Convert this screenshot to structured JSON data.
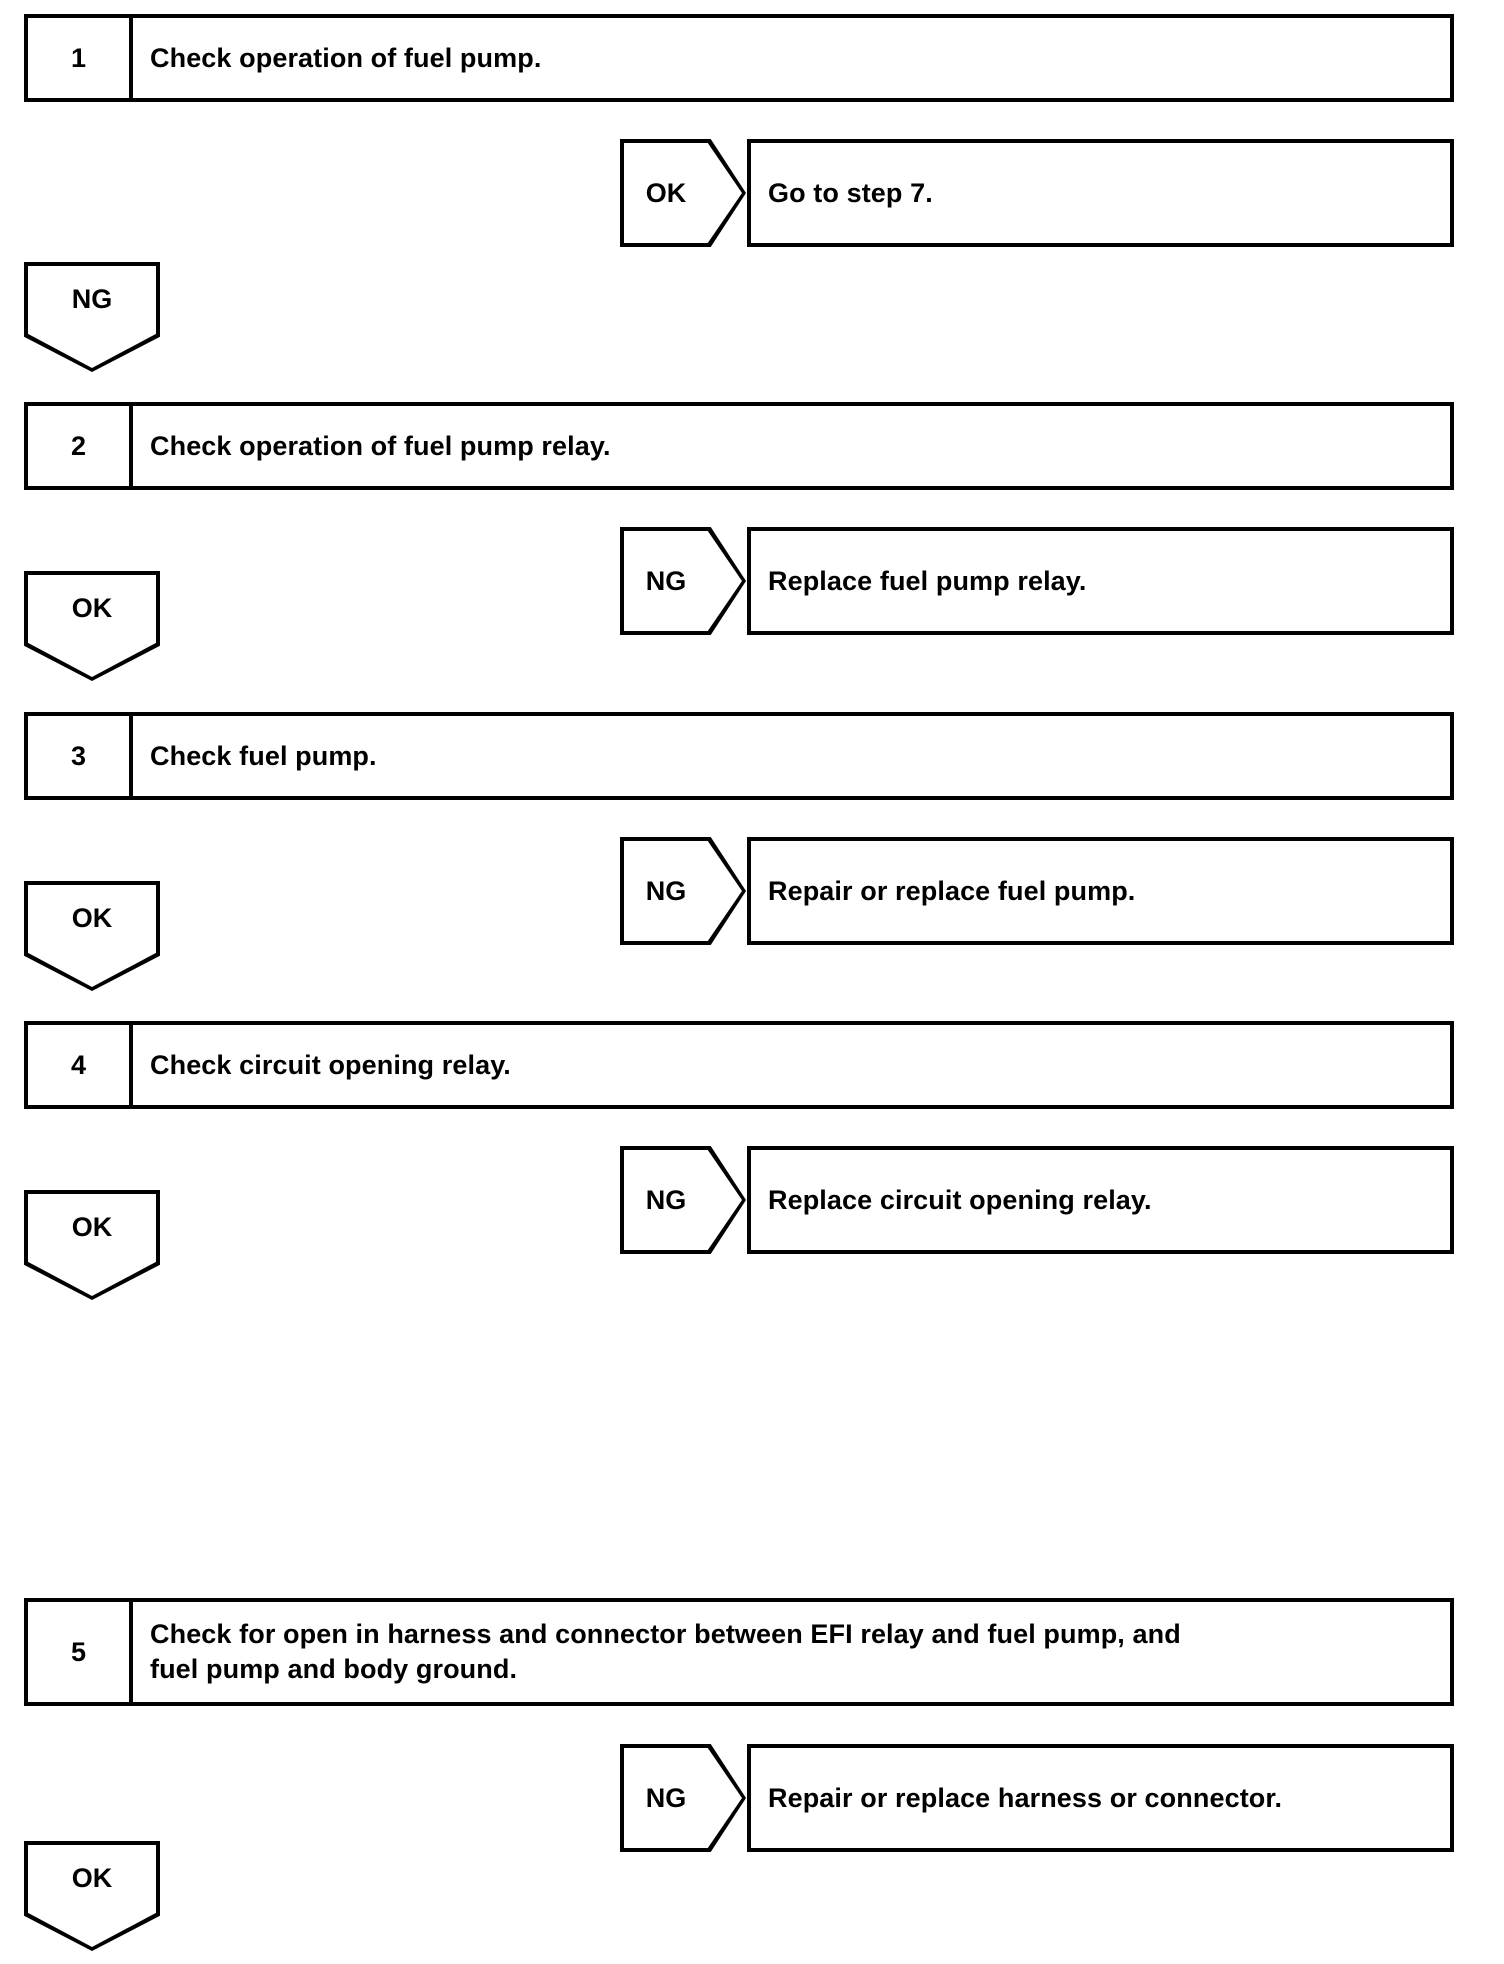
{
  "document": {
    "type": "diagnostic-flowchart",
    "title": "Fuel pump circuit troubleshooting flowchart"
  },
  "steps": [
    {
      "number": "1",
      "text_lines": [
        "Check operation of fuel pump."
      ],
      "branch": {
        "label": "OK",
        "result": "Go to step 7."
      },
      "connector": {
        "label": "NG"
      }
    },
    {
      "number": "2",
      "text_lines": [
        "Check operation of fuel pump relay."
      ],
      "branch": {
        "label": "NG",
        "result": "Replace fuel pump relay."
      },
      "connector": {
        "label": "OK"
      }
    },
    {
      "number": "3",
      "text_lines": [
        "Check fuel pump."
      ],
      "branch": {
        "label": "NG",
        "result": "Repair or replace fuel pump."
      },
      "connector": {
        "label": "OK"
      }
    },
    {
      "number": "4",
      "text_lines": [
        "Check circuit opening relay."
      ],
      "branch": {
        "label": "NG",
        "result": "Replace circuit opening relay."
      },
      "connector": {
        "label": "OK"
      }
    },
    {
      "number": "5",
      "text_lines": [
        "Check for open in harness and connector between EFI relay and fuel pump, and",
        "fuel pump and body ground."
      ],
      "branch": {
        "label": "NG",
        "result": "Repair or replace harness or connector."
      },
      "connector": {
        "label": "OK"
      }
    }
  ],
  "colors": {
    "line": "#000000",
    "text": "#000000",
    "background": "#ffffff"
  }
}
